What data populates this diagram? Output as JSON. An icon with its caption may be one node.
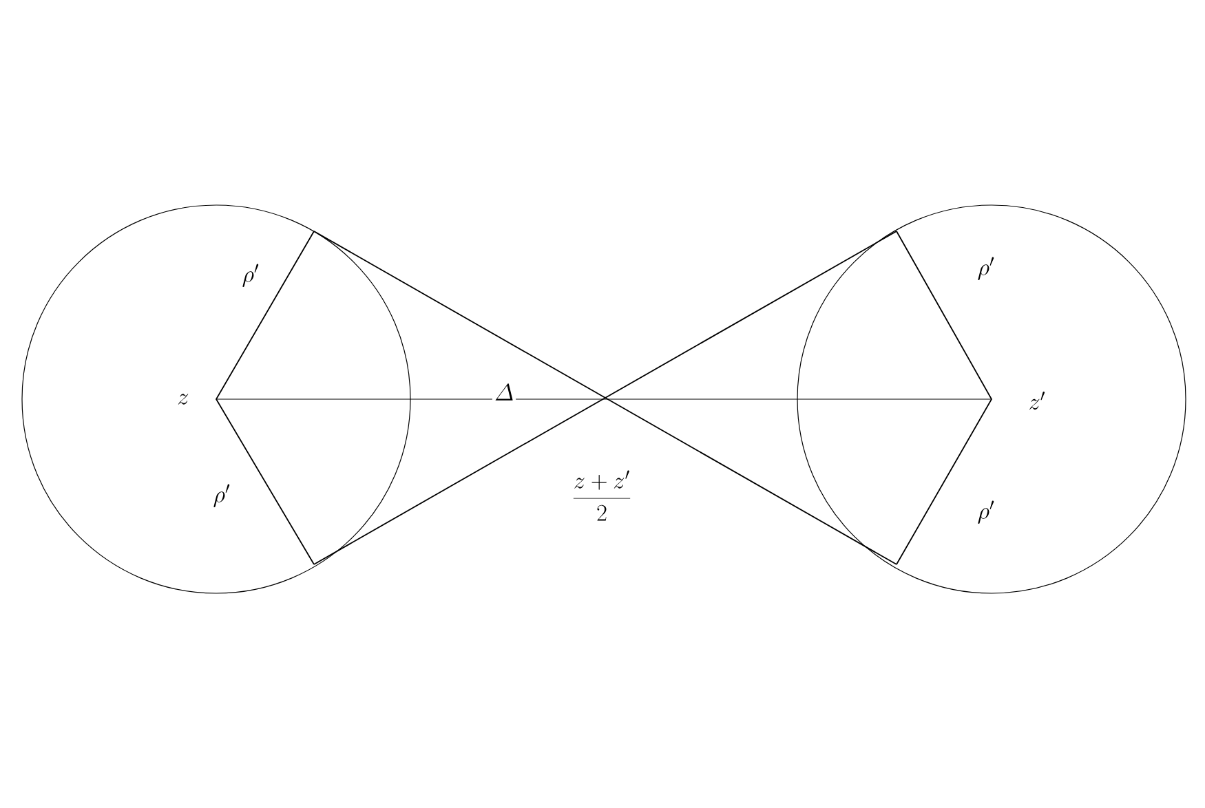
{
  "diagram": {
    "labels": [
      "\\rho'",
      "\\rho'",
      "z",
      "\\mathnormal{\\Delta}",
      "z'",
      "\\rho'",
      "\\rho'",
      "\\frac{z+z'}{2}"
    ]
  }
}
